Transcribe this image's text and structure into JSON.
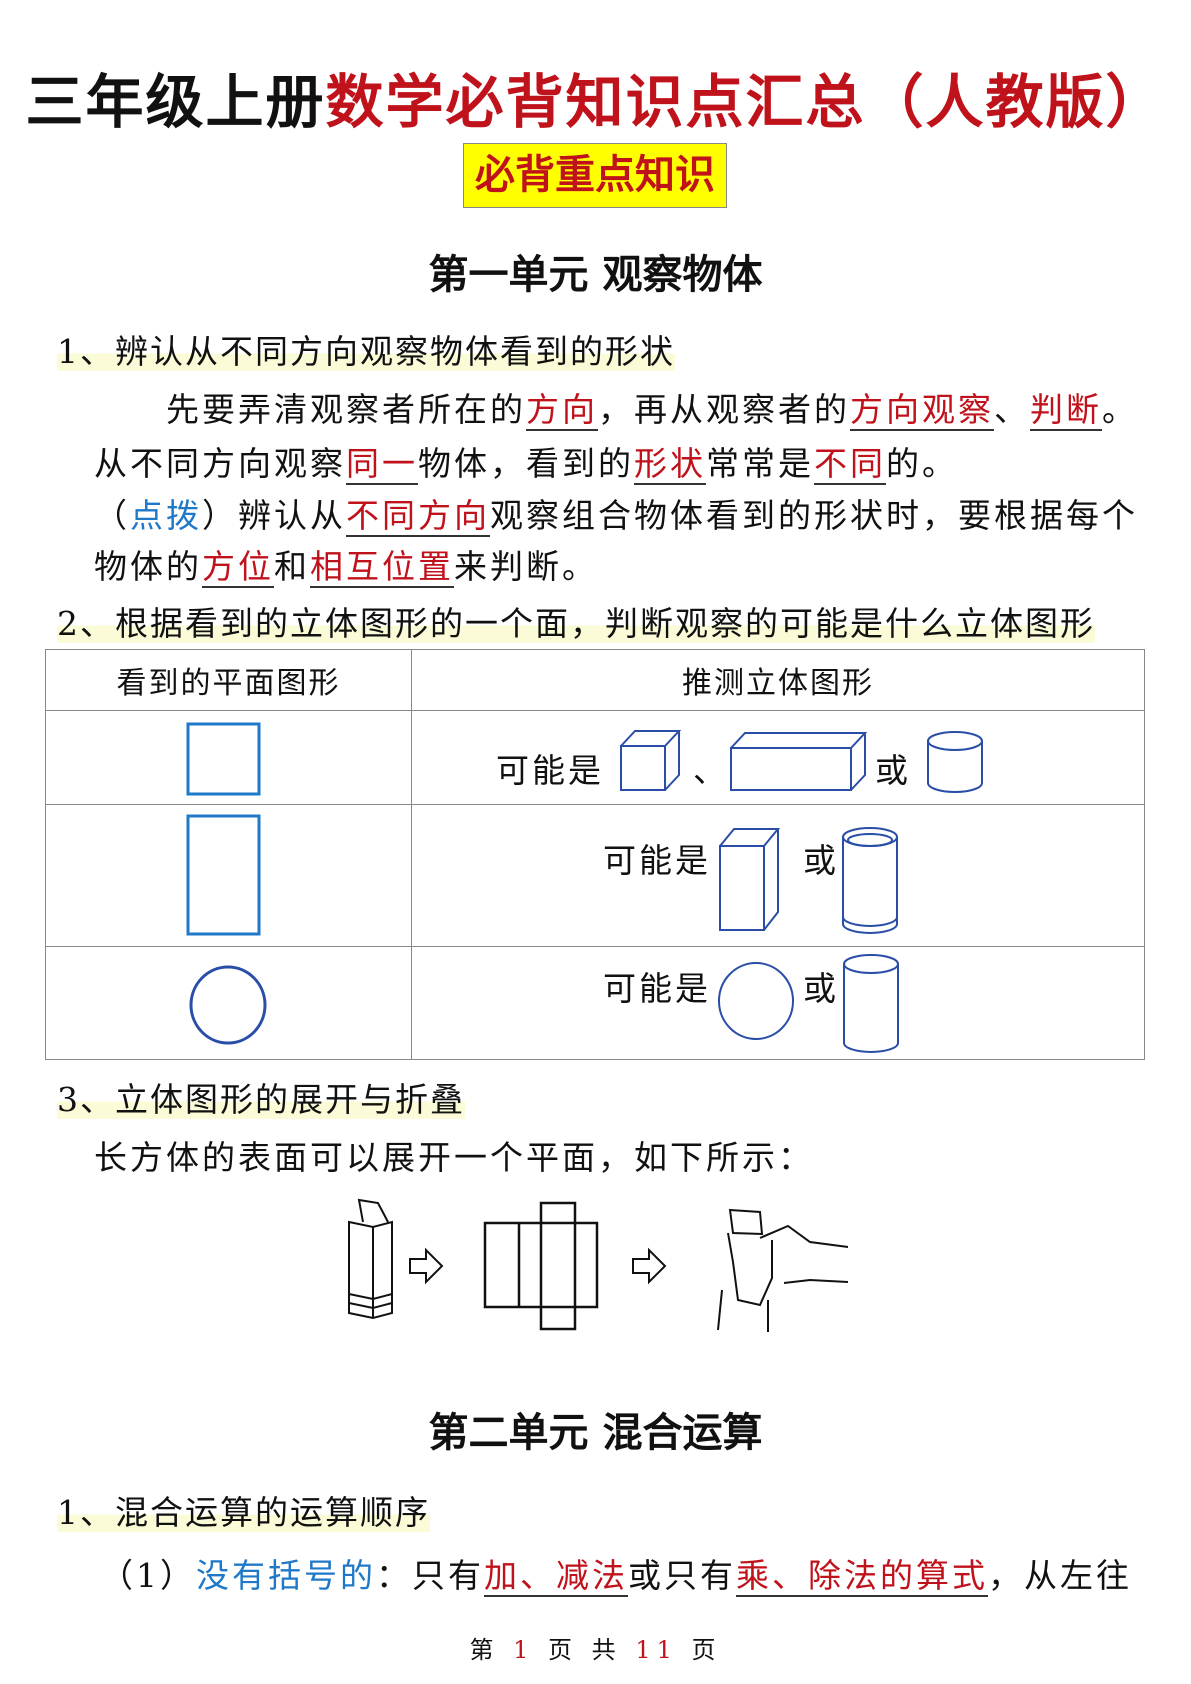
{
  "title": {
    "black": "三年级上册",
    "red": "数学必背知识点汇总（人教版）"
  },
  "badge": "必背重点知识",
  "unit1": {
    "heading": "第一单元  观察物体",
    "s1": {
      "heading": "1、辨认从不同方向观察物体看到的形状",
      "lines": [
        [
          {
            "t": "先要弄清观察者所在的"
          },
          {
            "t": "方向",
            "s": "ru"
          },
          {
            "t": "，再从观察者的"
          },
          {
            "t": "方向观察",
            "s": "ru"
          },
          {
            "t": "、"
          },
          {
            "t": "判断",
            "s": "ru"
          },
          {
            "t": "。"
          }
        ],
        [
          {
            "t": "从不同方向观察"
          },
          {
            "t": "同一",
            "s": "ru"
          },
          {
            "t": "物体，看到的"
          },
          {
            "t": "形状",
            "s": "ru"
          },
          {
            "t": "常常是"
          },
          {
            "t": "不同",
            "s": "ru"
          },
          {
            "t": "的。"
          }
        ],
        [
          {
            "t": "（"
          },
          {
            "t": "点拨",
            "s": "b"
          },
          {
            "t": "）辨认从"
          },
          {
            "t": "不同方向",
            "s": "ru"
          },
          {
            "t": "观察组合物体看到的形状时，要根据每个"
          }
        ],
        [
          {
            "t": "物体的"
          },
          {
            "t": "方位",
            "s": "ru"
          },
          {
            "t": "和"
          },
          {
            "t": "相互位置",
            "s": "ru"
          },
          {
            "t": "来判断。"
          }
        ]
      ]
    },
    "s2": {
      "heading": "2、根据看到的立体图形的一个面，判断观察的可能是什么立体图形",
      "table": {
        "headers": [
          "看到的平面图形",
          "推测立体图形"
        ],
        "rows": [
          {
            "plane": "square",
            "prefix": "可能是",
            "sep": "、",
            "or": "或",
            "solids": [
              "cube",
              "cuboid",
              "short-cylinder"
            ]
          },
          {
            "plane": "rectangle",
            "prefix": "可能是",
            "or": "或",
            "solids": [
              "tall-cuboid",
              "tall-cylinder"
            ]
          },
          {
            "plane": "circle",
            "prefix": "可能是",
            "or": "或",
            "solids": [
              "sphere",
              "tall-cylinder"
            ]
          }
        ]
      }
    },
    "s3": {
      "heading": "3、立体图形的展开与折叠",
      "text": "长方体的表面可以展开一个平面，如下所示："
    }
  },
  "unit2": {
    "heading": "第二单元  混合运算",
    "s1": {
      "heading": "1、混合运算的运算顺序",
      "line": [
        {
          "t": "（1）"
        },
        {
          "t": "没有括号的",
          "s": "b"
        },
        {
          "t": "：只有"
        },
        {
          "t": "加、减法",
          "s": "ru"
        },
        {
          "t": "或只有"
        },
        {
          "t": "乘、除法的算式",
          "s": "ru"
        },
        {
          "t": "，从左往"
        }
      ]
    }
  },
  "footer": {
    "pre": "第",
    "page": "1",
    "mid": "页 共",
    "total": "11",
    "post": "页"
  },
  "colors": {
    "red": "#c0121b",
    "blue": "#1f78c8",
    "shape": "#2a4ea8",
    "badge": "#ffff00"
  }
}
